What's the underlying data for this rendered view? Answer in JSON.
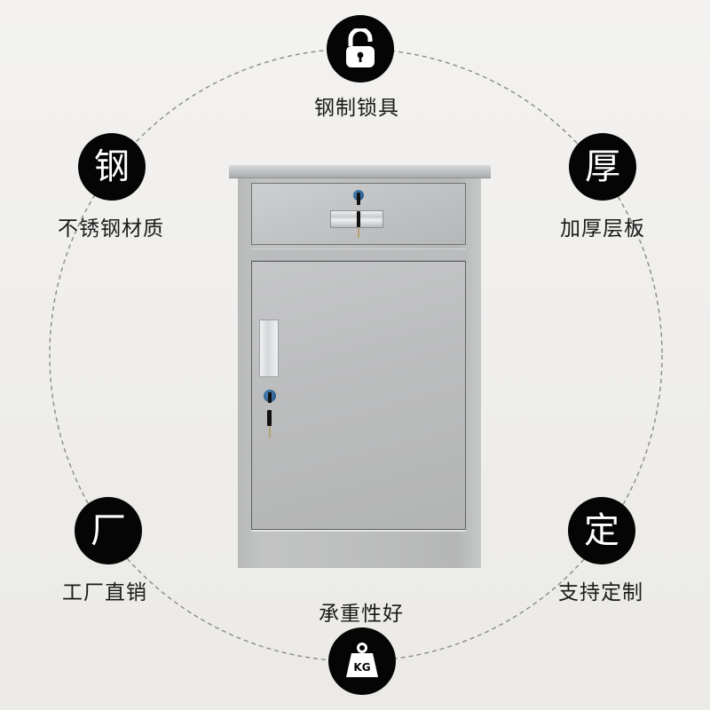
{
  "features": [
    {
      "id": "lock",
      "icon": "padlock-icon",
      "glyph": "",
      "label": "钢制锁具"
    },
    {
      "id": "steel",
      "icon": "steel-character-icon",
      "glyph": "钢",
      "label": "不锈钢材质"
    },
    {
      "id": "thick",
      "icon": "thick-character-icon",
      "glyph": "厚",
      "label": "加厚层板"
    },
    {
      "id": "factory",
      "icon": "factory-character-icon",
      "glyph": "厂",
      "label": "工厂直销"
    },
    {
      "id": "custom",
      "icon": "custom-character-icon",
      "glyph": "定",
      "label": "支持定制"
    },
    {
      "id": "weight",
      "icon": "kg-weight-icon",
      "glyph": "KG",
      "label": "承重性好"
    }
  ],
  "colors": {
    "background": "#efeeeb",
    "badge": "#050505",
    "badge_text": "#ffffff",
    "label_text": "#1a1a1a",
    "dashed_ring": "#8a8a8a",
    "steel": "#bdbebe"
  },
  "product": {
    "name": "stainless-steel-bedside-cabinet"
  }
}
